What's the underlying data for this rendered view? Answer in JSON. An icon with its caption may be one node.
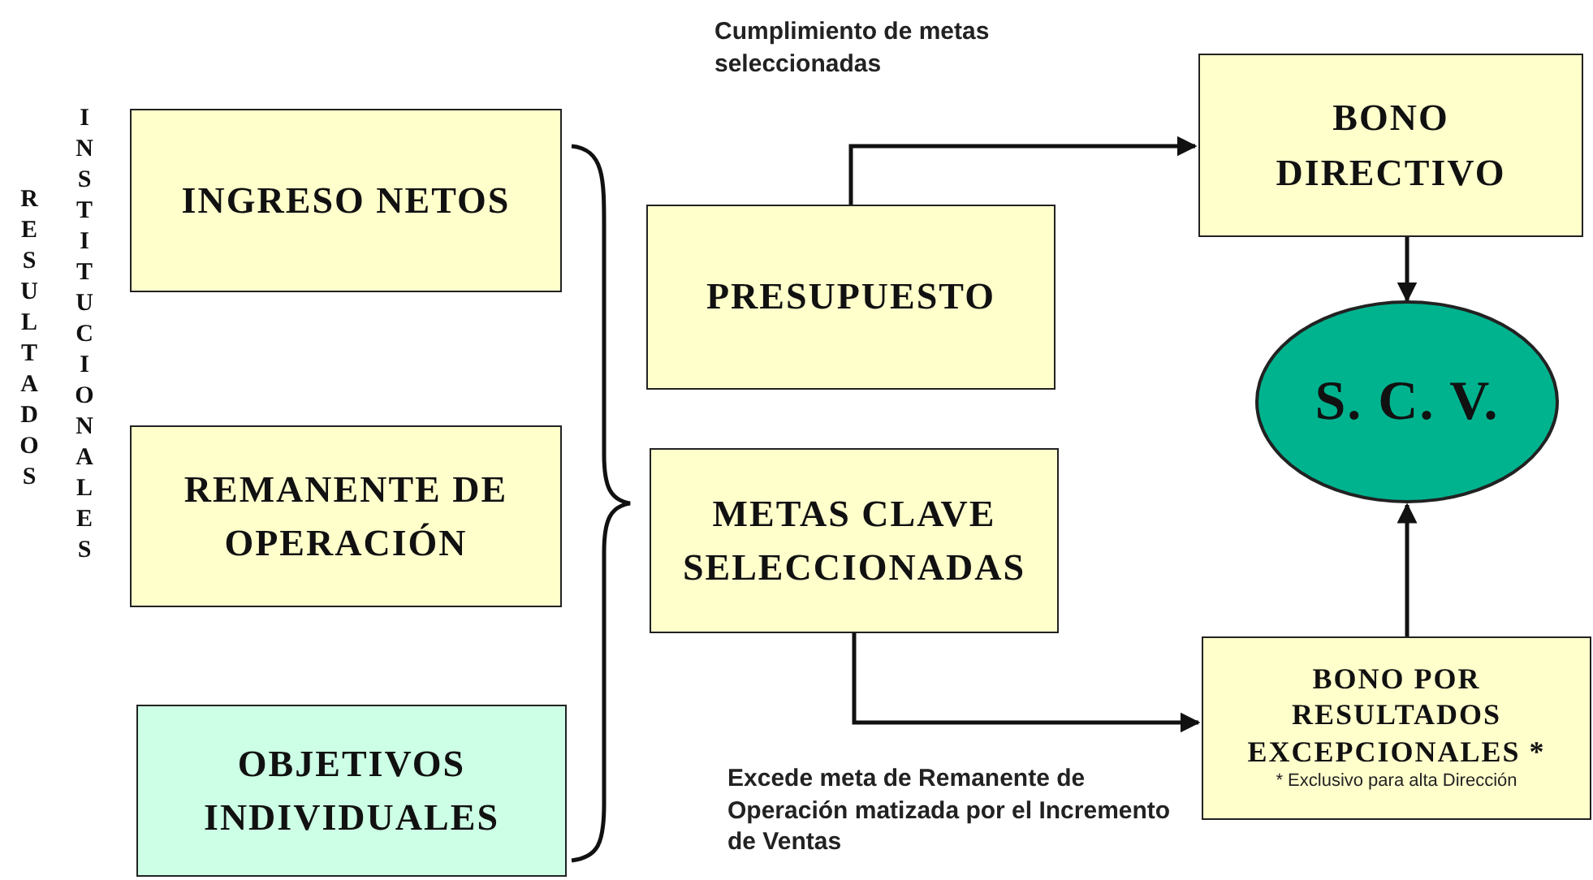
{
  "diagram": {
    "nodes": [
      {
        "text": [
          "INGRESO NETOS"
        ]
      },
      {
        "text": [
          "REMANENTE DE OPERACIÓN"
        ]
      },
      {
        "text": [
          "OBJETIVOS INDIVIDUALES"
        ]
      },
      {
        "text": [
          "PRESUPUESTO"
        ]
      },
      {
        "text": [
          "METAS CLAVE SELECCIONADAS"
        ]
      },
      {
        "text": [
          "BONO DIRECTIVO"
        ]
      },
      {
        "text": [
          "S. C. V."
        ]
      },
      {
        "text": [
          "BONO POR RESULTADOS EXCEPCIONALES *",
          "* Exclusivo para alta Dirección"
        ]
      }
    ],
    "edges": [
      {
        "from": 3,
        "to": 5,
        "arrow": "to",
        "label": "Cumplimiento de metas seleccionadas"
      },
      {
        "from": 4,
        "to": 7,
        "arrow": "to",
        "label": "Excede meta de Remanente de Operación matizada por el Incremento de Ventas"
      },
      {
        "from": 5,
        "to": 6,
        "arrow": "to"
      },
      {
        "from": 7,
        "to": 6,
        "arrow": "to"
      }
    ],
    "labels": [
      "RESULTADOS",
      "INSTITUCIONALES"
    ]
  }
}
